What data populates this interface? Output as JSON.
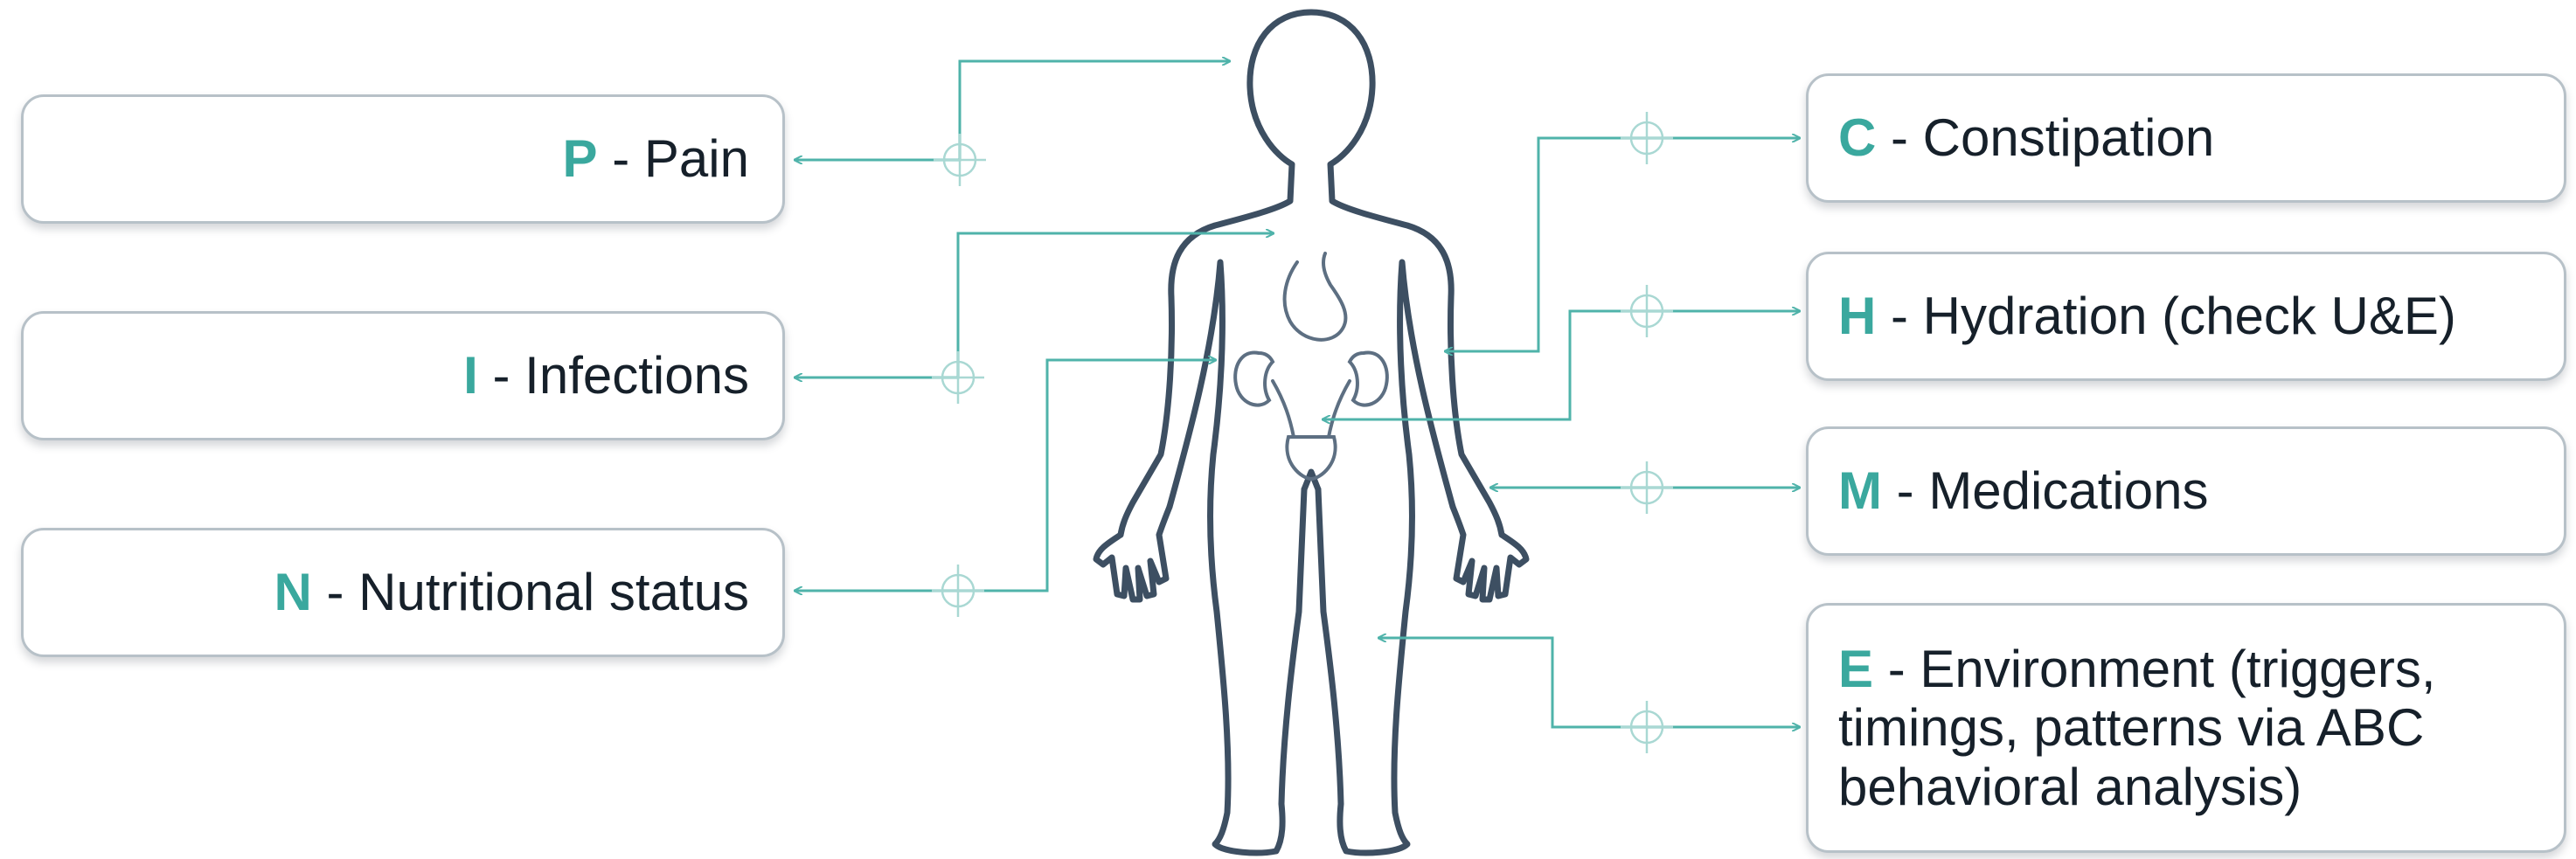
{
  "colors": {
    "accent": "#3aa89e",
    "connector": "#4fb3aa",
    "figure": "#3d4f62",
    "box_border": "#b7c1c8",
    "text": "#16202a"
  },
  "icons": {
    "figure": "human-body-outline-icon",
    "crosshair": "crosshair-target-icon",
    "arrow": "arrow-head-icon"
  },
  "separator": "-",
  "left_items": [
    {
      "letter": "P",
      "label": "Pain"
    },
    {
      "letter": "I",
      "label": "Infections"
    },
    {
      "letter": "N",
      "label": "Nutritional status"
    }
  ],
  "right_items": [
    {
      "letter": "C",
      "label": "Constipation"
    },
    {
      "letter": "H",
      "label": "Hydration (check U&E)"
    },
    {
      "letter": "M",
      "label": "Medications"
    },
    {
      "letter": "E",
      "label": "Environment (triggers, timings, patterns via ABC behavioral analysis)"
    }
  ]
}
